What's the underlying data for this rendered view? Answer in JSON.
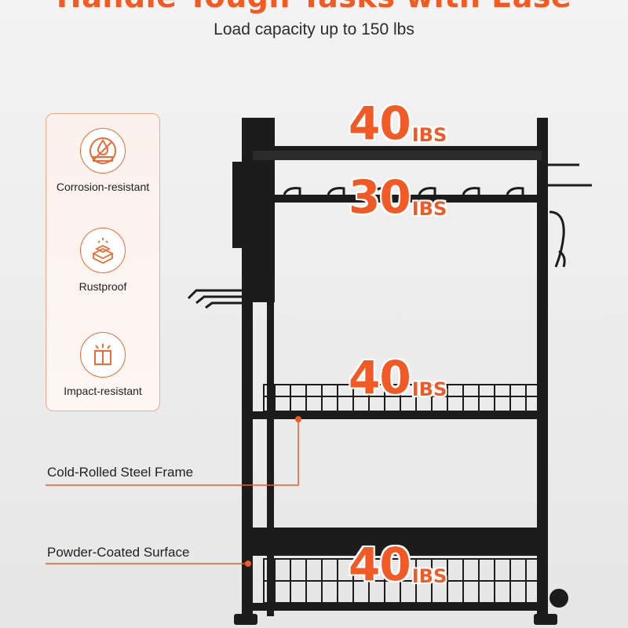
{
  "header": {
    "headline": "Handle Tough Tasks with Ease",
    "subheadline": "Load capacity up to 150 lbs"
  },
  "features": [
    {
      "label": "Corrosion-resistant",
      "icon": "no-corrosion-icon"
    },
    {
      "label": "Rustproof",
      "icon": "rustproof-bricks-icon"
    },
    {
      "label": "Impact-resistant",
      "icon": "impact-box-icon"
    }
  ],
  "callouts": {
    "frame": "Cold-Rolled Steel Frame",
    "surface": "Powder-Coated Surface"
  },
  "capacities": [
    {
      "value": "40",
      "unit": "IBS"
    },
    {
      "value": "30",
      "unit": "IBS"
    },
    {
      "value": "40",
      "unit": "IBS"
    },
    {
      "value": "40",
      "unit": "IBS"
    }
  ],
  "colors": {
    "accent": "#f15a24",
    "panel_border": "#f0a987",
    "rack": "#1c1c1c"
  }
}
